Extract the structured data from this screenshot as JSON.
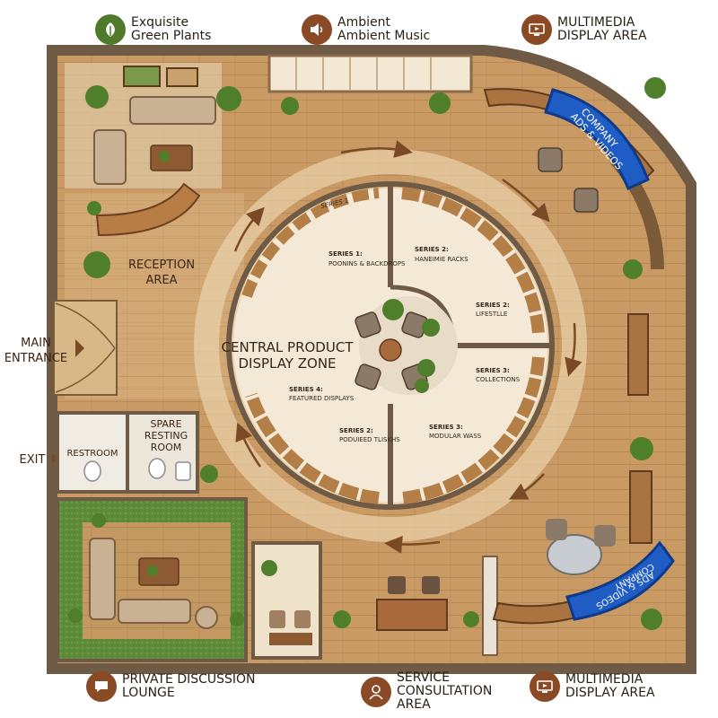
{
  "legend_top": [
    {
      "lines": [
        "Exquisite",
        "Green Plants"
      ],
      "icon": "leaf-icon",
      "color": "#4f7a2c"
    },
    {
      "lines": [
        "Ambient",
        "Ambient Music"
      ],
      "icon": "speaker-icon",
      "color": "#8a4a26"
    },
    {
      "lines": [
        "MULTIMEDIA",
        "DISPLAY AREA"
      ],
      "icon": "monitor-icon",
      "color": "#8a4a26"
    }
  ],
  "legend_bottom": [
    {
      "lines": [
        "PRIVATE DISCUSSION",
        "LOUNGE"
      ],
      "icon": "chat-icon",
      "color": "#8a4a26"
    },
    {
      "lines": [
        "SERVICE",
        "CONSULTATION",
        "AREA"
      ],
      "icon": "person-icon",
      "color": "#8a4a26"
    },
    {
      "lines": [
        "MULTIMEDIA",
        "DISPLAY AREA"
      ],
      "icon": "monitor-icon",
      "color": "#8a4a26"
    }
  ],
  "zones": {
    "reception": [
      "RECEPTION",
      "AREA"
    ],
    "central": [
      "CENTRAL PRODUCT",
      "DISPLAY ZONE"
    ],
    "restroom": "RESTROOM",
    "spare": [
      "SPARE",
      "RESTING",
      "ROOM"
    ],
    "main_entrance": [
      "MAIN",
      "ENTRANCE"
    ],
    "exit": "EXIT"
  },
  "screens": {
    "top": [
      "COMPANY",
      "ADS & VIDEOS"
    ],
    "bottom": [
      "COMPANY",
      "ADS & VIDEOS"
    ]
  },
  "series": {
    "s1_top": "SERIES 1",
    "s1": [
      "SERIES 1:",
      "POONINS & BACKDROPS"
    ],
    "s2_top": [
      "SERIES 2:",
      "HANEIMIE RACKS"
    ],
    "s2_right": [
      "SERIES 2:",
      "LIFESTLLE"
    ],
    "s3_right": [
      "SERIES 3:",
      "COLLECTIONS"
    ],
    "s3_bottom": [
      "SERIES 3:",
      "MODULAR WASS"
    ],
    "s2_bottom": [
      "SERIES 2:",
      "PODUIEED TLISKHS"
    ],
    "s4": [
      "SERIES 4:",
      "FEATURED DISPLAYS"
    ]
  },
  "colors": {
    "wall": "#6e5a45",
    "floor": "#c99a63",
    "floor_light": "#ddb98a",
    "carpet": "#5f8c3a",
    "accent": "#8a4a26",
    "screen": "#1f5cc4"
  }
}
